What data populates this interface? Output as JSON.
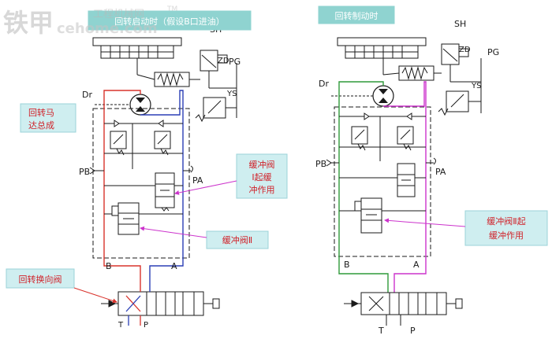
{
  "watermark": {
    "brand": "铁甲",
    "site": "工程机械网",
    "tm": "TM",
    "url": "cehome.com"
  },
  "left": {
    "banner": "回转启动时（假设B口进油）",
    "callout_motor": [
      "回转马",
      "达总成"
    ],
    "callout_valve1": [
      "缓冲阀",
      "Ⅰ起缓",
      "冲作用"
    ],
    "callout_valve2": "缓冲阀Ⅱ",
    "callout_dir": "回转换向阀",
    "port_sh": "SH",
    "port_zd": "ZD",
    "port_pg": "PG",
    "port_ys": "YS",
    "port_dr": "Dr",
    "port_pb": "PB",
    "port_pa": "PA",
    "port_b": "B",
    "port_a": "A",
    "port_t": "T",
    "port_p": "P"
  },
  "right": {
    "banner": "回转制动时",
    "callout_valve2": [
      "缓冲阀Ⅱ起",
      "缓冲作用"
    ],
    "port_sh": "SH",
    "port_zd": "ZD",
    "port_pg": "PG",
    "port_ys": "YS",
    "port_dr": "Dr",
    "port_pb": "PB",
    "port_pa": "PA",
    "port_b": "B",
    "port_a": "A",
    "port_t": "T",
    "port_p": "P"
  },
  "colors": {
    "pressure_red": "#d9332c",
    "return_blue": "#2b3fb5",
    "brake_green": "#2f9a3a",
    "brake_magenta": "#cc33cc",
    "callout_fill": "#cfeef0",
    "callout_text": "#d0222a",
    "banner_fill": "#8fd3d0",
    "line_black": "#1a1a1a"
  }
}
